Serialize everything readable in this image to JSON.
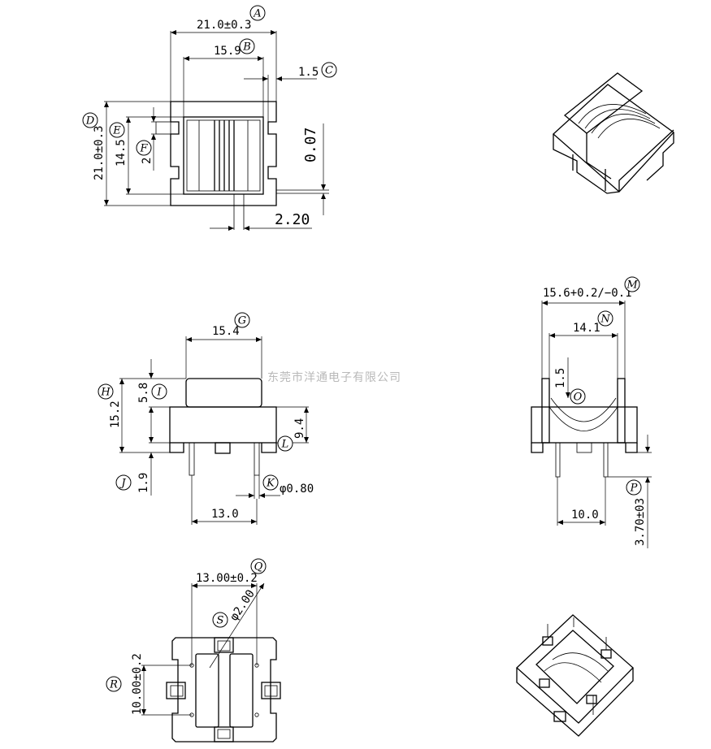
{
  "watermark": "东莞市洋通电子有限公司",
  "top_view": {
    "dims": {
      "A": "21.0±0.3",
      "B": "15.9",
      "C": "1.5",
      "D": "21.0±0.3",
      "E": "14.5",
      "F": "2",
      "extra_1": "0.07",
      "extra_2": "2.20"
    }
  },
  "front_view": {
    "dims": {
      "G": "15.4",
      "H": "15.2",
      "I": "5.8",
      "J": "1.9",
      "K": "φ0.80",
      "L": "9.4",
      "pitch": "13.0"
    }
  },
  "side_view": {
    "dims": {
      "M": "15.6+0.2/−0.1",
      "N": "14.1",
      "O": "1.5",
      "P": "3.70±03",
      "pitch": "10.0"
    }
  },
  "bottom_view": {
    "dims": {
      "Q": "13.00±0.2",
      "R": "10.00±0.2",
      "S": "φ2.00"
    }
  },
  "callouts": [
    "A",
    "B",
    "C",
    "D",
    "E",
    "F",
    "G",
    "H",
    "I",
    "J",
    "K",
    "L",
    "M",
    "N",
    "O",
    "P",
    "Q",
    "R",
    "S"
  ]
}
